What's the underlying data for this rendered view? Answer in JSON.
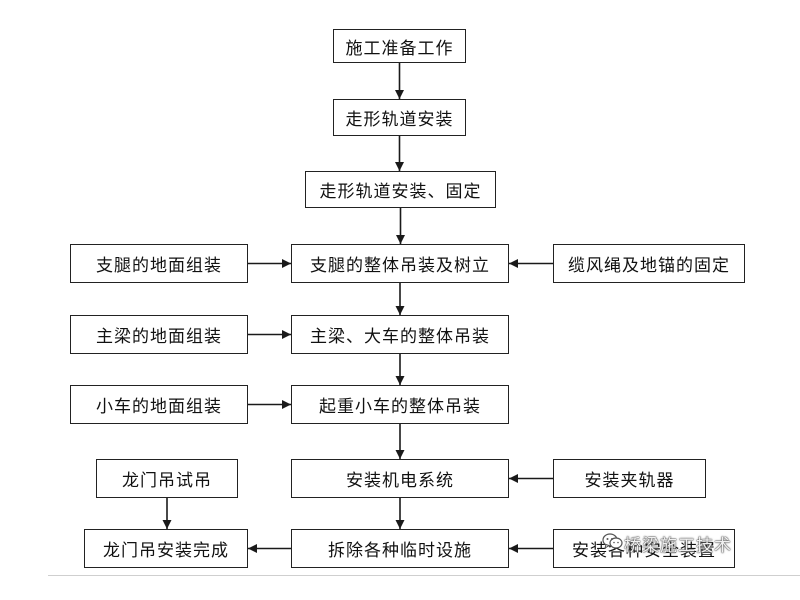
{
  "nodes": [
    {
      "label": "施工准备工作"
    },
    {
      "label": "走形轨道安装"
    },
    {
      "label": "走形轨道安装、固定"
    },
    {
      "label": "支腿的整体吊装及树立"
    },
    {
      "label": "主梁、大车的整体吊装"
    },
    {
      "label": "起重小车的整体吊装"
    },
    {
      "label": "安装机电系统"
    },
    {
      "label": "拆除各种临时设施"
    },
    {
      "label": "支腿的地面组装"
    },
    {
      "label": "主梁的地面组装"
    },
    {
      "label": "小车的地面组装"
    },
    {
      "label": "龙门吊试吊"
    },
    {
      "label": "龙门吊安装完成"
    },
    {
      "label": "缆风绳及地锚的固定"
    },
    {
      "label": "安装夹轨器"
    },
    {
      "label": "安装各种安全装置"
    }
  ],
  "edges": [
    [
      0,
      1
    ],
    [
      1,
      2
    ],
    [
      2,
      3
    ],
    [
      3,
      4
    ],
    [
      4,
      5
    ],
    [
      5,
      6
    ],
    [
      6,
      7
    ],
    [
      8,
      3
    ],
    [
      9,
      4
    ],
    [
      10,
      5
    ],
    [
      13,
      3
    ],
    [
      14,
      6
    ],
    [
      15,
      7
    ],
    [
      7,
      12
    ],
    [
      11,
      12
    ]
  ],
  "colors": {
    "stroke": "#1a1a1a",
    "box_fill": "#ffffff",
    "text": "#111111"
  },
  "watermark": {
    "icon": "wechat-icon",
    "text": "桥梁施工技术"
  }
}
